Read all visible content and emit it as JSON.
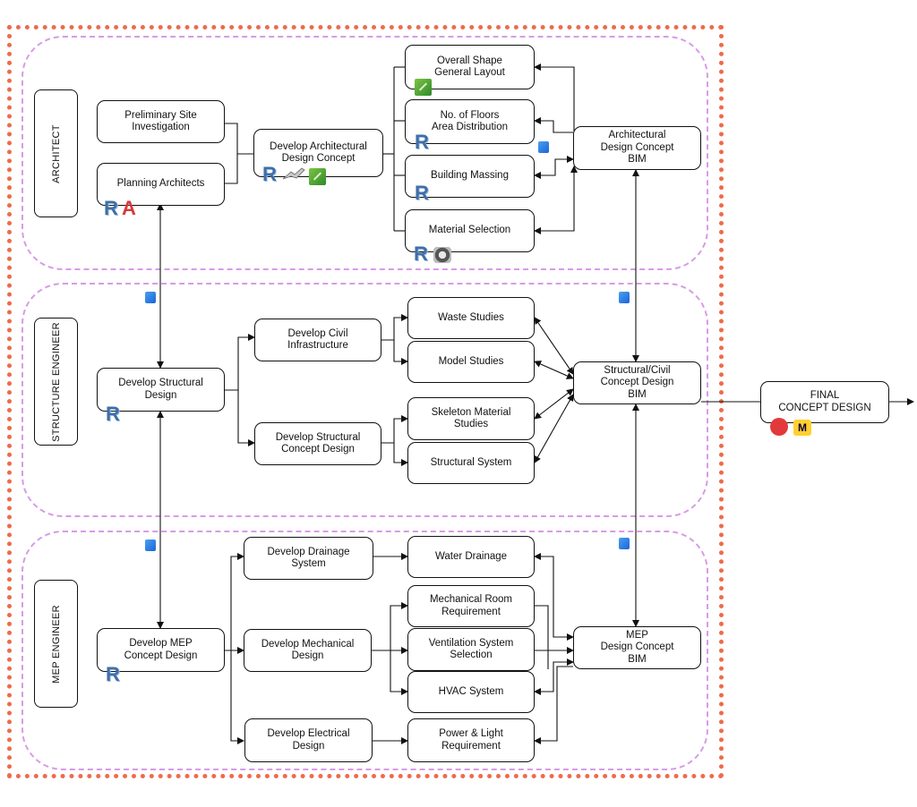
{
  "lanes": {
    "architect": "ARCHITECT",
    "structure": "STRUCTURE ENGINEER",
    "mep": "MEP ENGINEER"
  },
  "nodes": {
    "prelim": "Preliminary Site\nInvestigation",
    "planning": "Planning Architects",
    "arch_concept": "Develop Architectural\nDesign Concept",
    "overall": "Overall Shape\nGeneral Layout",
    "floors": "No. of Floors\nArea Distribution",
    "massing": "Building Massing",
    "material": "Material Selection",
    "arch_bim": "Architectural\nDesign Concept\nBIM",
    "struct_design": "Develop Structural\nDesign",
    "civil": "Develop Civil\nInfrastructure",
    "struct_concept": "Develop Structural\nConcept Design",
    "waste": "Waste Studies",
    "model": "Model Studies",
    "skeleton": "Skeleton Material\nStudies",
    "struct_system": "Structural System",
    "struct_bim": "Structural/Civil\nConcept Design\nBIM",
    "mep_concept": "Develop MEP\nConcept Design",
    "drainage": "Develop Drainage\nSystem",
    "mechanical": "Develop Mechanical\nDesign",
    "electrical": "Develop Electrical\nDesign",
    "water": "Water Drainage",
    "mech_room": "Mechanical Room\nRequirement",
    "ventilation": "Ventilation System\nSelection",
    "hvac": "HVAC System",
    "power": "Power & Light\nRequirement",
    "mep_bim": "MEP\nDesign Concept\nBIM",
    "final": "FINAL\nCONCEPT DESIGN"
  },
  "icons": {
    "revit": "revit-icon",
    "autocad": "autocad-icon",
    "sketchup": "sketchup-icon",
    "rhino": "rhino-icon",
    "lumion": "lumion-icon",
    "bim_cube": "bim-cube-icon",
    "canva": "canva-icon",
    "miro": "miro-icon",
    "revit_letter": "R",
    "autocad_letter": "A",
    "miro_letter": "M"
  },
  "colors": {
    "outer_border": "#ee6b4a",
    "lane_border": "#d89be6",
    "revit": "#3f6fa8",
    "autocad": "#d73a3a",
    "cube": "#1c64d8"
  }
}
